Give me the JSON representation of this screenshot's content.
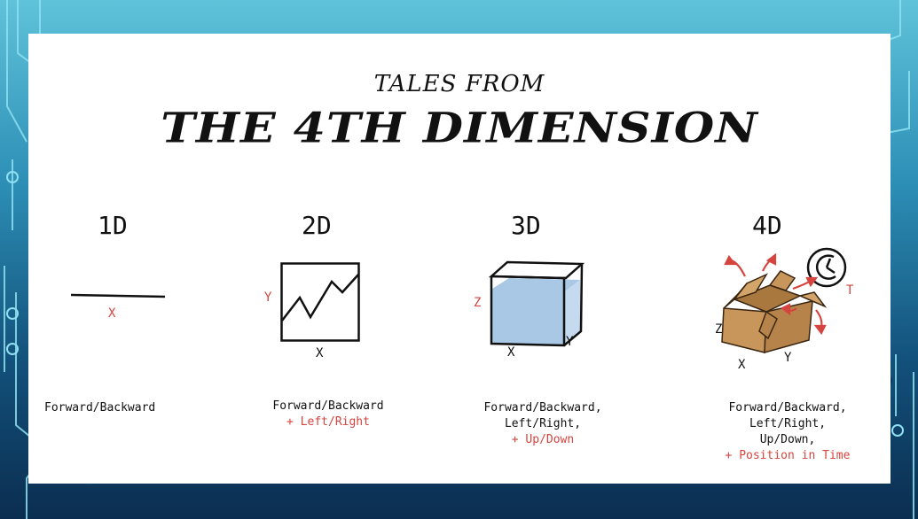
{
  "title": {
    "line1": "TALES FROM",
    "line2": "THE 4TH DIMENSION"
  },
  "panels": {
    "d1": {
      "label": "1D",
      "axis_x": "X",
      "desc": "Forward/Backward"
    },
    "d2": {
      "label": "2D",
      "axis_x": "X",
      "axis_y": "Y",
      "desc_line1": "Forward/Backward",
      "desc_line2": "+ Left/Right"
    },
    "d3": {
      "label": "3D",
      "axis_x": "X",
      "axis_y": "Y",
      "axis_z": "Z",
      "desc_line1": "Forward/Backward,",
      "desc_line2": "Left/Right,",
      "desc_line3": "+ Up/Down"
    },
    "d4": {
      "label": "4D",
      "axis_x": "X",
      "axis_y": "Y",
      "axis_z": "Z",
      "axis_t": "T",
      "desc_line1": "Forward/Backward,",
      "desc_line2": "Left/Right,",
      "desc_line3": "Up/Down,",
      "desc_line4": "+ Position in Time"
    }
  },
  "colors": {
    "accent_red": "#d6443f",
    "cube_fill": "#a9c8e6",
    "box_brown": "#c8965a",
    "frame_top": "#5fc3da",
    "frame_bottom": "#0b2e50"
  },
  "icons": [
    "line-icon",
    "graph-square-icon",
    "water-cube-icon",
    "opened-box-icon",
    "clock-icon"
  ]
}
